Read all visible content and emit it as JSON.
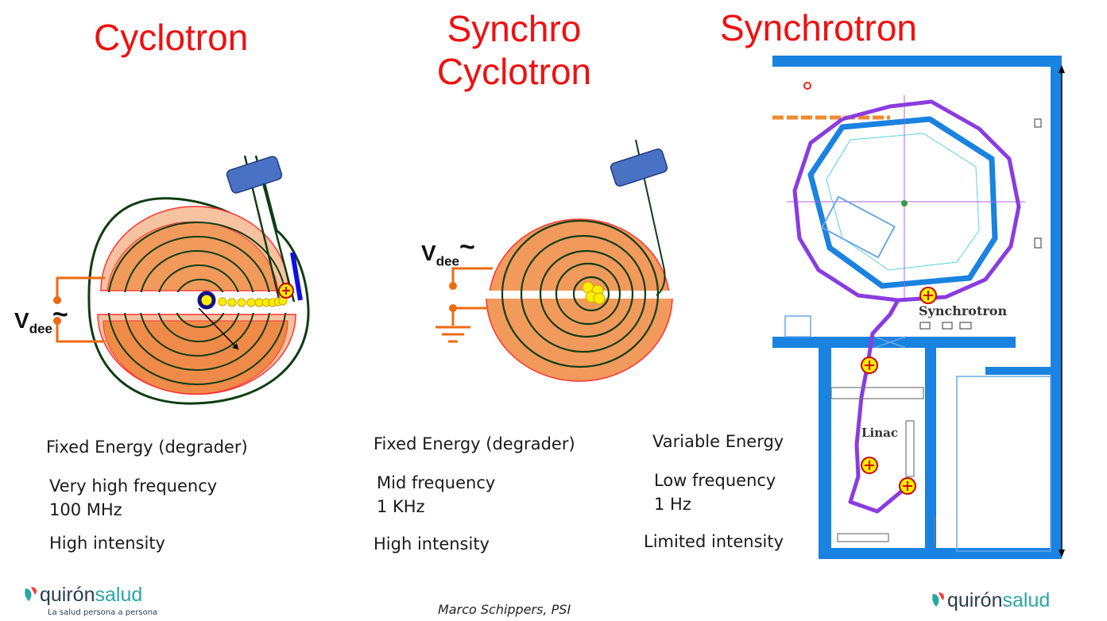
{
  "columns": [
    {
      "title_lines": [
        "Cyclotron"
      ],
      "specs": [
        {
          "lines": [
            "Fixed Energy (degrader)"
          ]
        },
        {
          "lines": [
            "Very high frequency",
            "100  MHz"
          ]
        },
        {
          "lines": [
            "High intensity"
          ]
        }
      ],
      "voltage_label": {
        "main": "V",
        "sub": "dee",
        "symbol": "~"
      }
    },
    {
      "title_lines": [
        "Synchro",
        "Cyclotron"
      ],
      "specs": [
        {
          "lines": [
            "Fixed Energy (degrader)"
          ]
        },
        {
          "lines": [
            "Mid frequency",
            "1 KHz"
          ]
        },
        {
          "lines": [
            "High intensity"
          ]
        }
      ],
      "voltage_label": {
        "main": "V",
        "sub": "dee",
        "symbol": "~"
      }
    },
    {
      "title_lines": [
        "Synchrotron"
      ],
      "specs": [
        {
          "lines": [
            "Variable Energy"
          ]
        },
        {
          "lines": [
            "Low frequency",
            "1 Hz"
          ]
        },
        {
          "lines": [
            "Limited intensity"
          ]
        }
      ],
      "plan_labels": {
        "ring": "Synchrotron",
        "injector": "Linac"
      }
    }
  ],
  "footer": {
    "credit": "Marco Schippers, PSI",
    "logo_left": {
      "name_a": "quirón",
      "name_b": "salud",
      "tagline": "La salud persona a persona"
    },
    "logo_right": {
      "name_a": "quirón",
      "name_b": "salud"
    }
  },
  "colors": {
    "title": "#ee1111",
    "dee_fill": "#f29a5c",
    "orbit": "#0f3d12",
    "beam_ion": "#ffee00",
    "magnet": "#4a72c4",
    "plan_wall": "#1a82e0",
    "proton_path": "#8a3ce0",
    "brand_dark": "#2a3d4f",
    "brand_teal": "#2aa6a2"
  },
  "icons": [
    "proton-plus-icon",
    "ground-symbol-icon",
    "ac-source-icon",
    "logo-mark-icon"
  ]
}
